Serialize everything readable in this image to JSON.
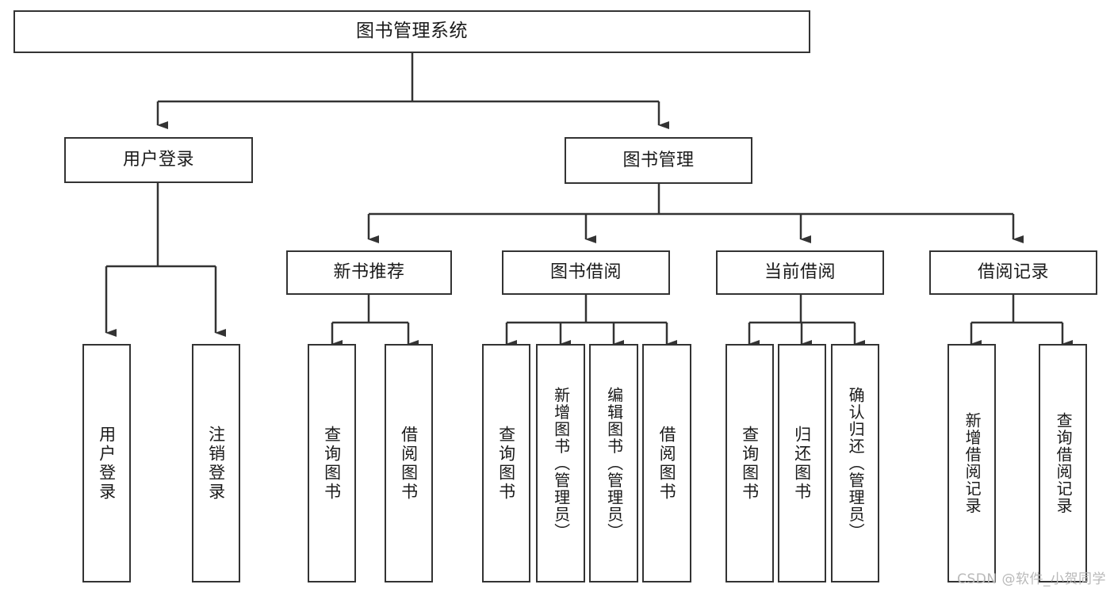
{
  "diagram": {
    "type": "tree",
    "title": "图书管理系统",
    "background_color": "#ffffff",
    "line_color": "#333333",
    "box_fill": "#ffffff",
    "text_color": "#1a1a1a",
    "root": {
      "label": "图书管理系统",
      "children": [
        {
          "label": "用户登录",
          "children": [
            {
              "label": "用户登录"
            },
            {
              "label": "注销登录"
            }
          ]
        },
        {
          "label": "图书管理",
          "children": [
            {
              "label": "新书推荐",
              "children": [
                {
                  "label": "查询图书"
                },
                {
                  "label": "借阅图书"
                }
              ]
            },
            {
              "label": "图书借阅",
              "children": [
                {
                  "label": "查询图书"
                },
                {
                  "label": "新增图书（管理员）"
                },
                {
                  "label": "编辑图书（管理员）"
                },
                {
                  "label": "借阅图书"
                }
              ]
            },
            {
              "label": "当前借阅",
              "children": [
                {
                  "label": "查询图书"
                },
                {
                  "label": "归还图书"
                },
                {
                  "label": "确认归还（管理员）"
                }
              ]
            },
            {
              "label": "借阅记录",
              "children": [
                {
                  "label": "新增借阅记录"
                },
                {
                  "label": "查询借阅记录"
                }
              ]
            }
          ]
        }
      ]
    }
  },
  "nodes": {
    "root": "图书管理系统",
    "l1_user_login": "用户登录",
    "l1_book_manage": "图书管理",
    "l2_user_login": "用户登录",
    "l2_logout": "注销登录",
    "l2_new_book": "新书推荐",
    "l2_borrow": "图书借阅",
    "l2_current": "当前借阅",
    "l2_record": "借阅记录",
    "l3_new_query": "查询图书",
    "l3_new_borrow": "借阅图书",
    "l3_br_query": "查询图书",
    "l3_br_add": "新增图书（管理员）",
    "l3_br_edit": "编辑图书（管理员）",
    "l3_br_borrow": "借阅图书",
    "l3_cur_query": "查询图书",
    "l3_cur_return": "归还图书",
    "l3_cur_confirm": "确认归还（管理员）",
    "l3_rec_add": "新增借阅记录",
    "l3_rec_query": "查询借阅记录"
  },
  "watermark": {
    "text": "CSDN @软件_小贺同学"
  }
}
